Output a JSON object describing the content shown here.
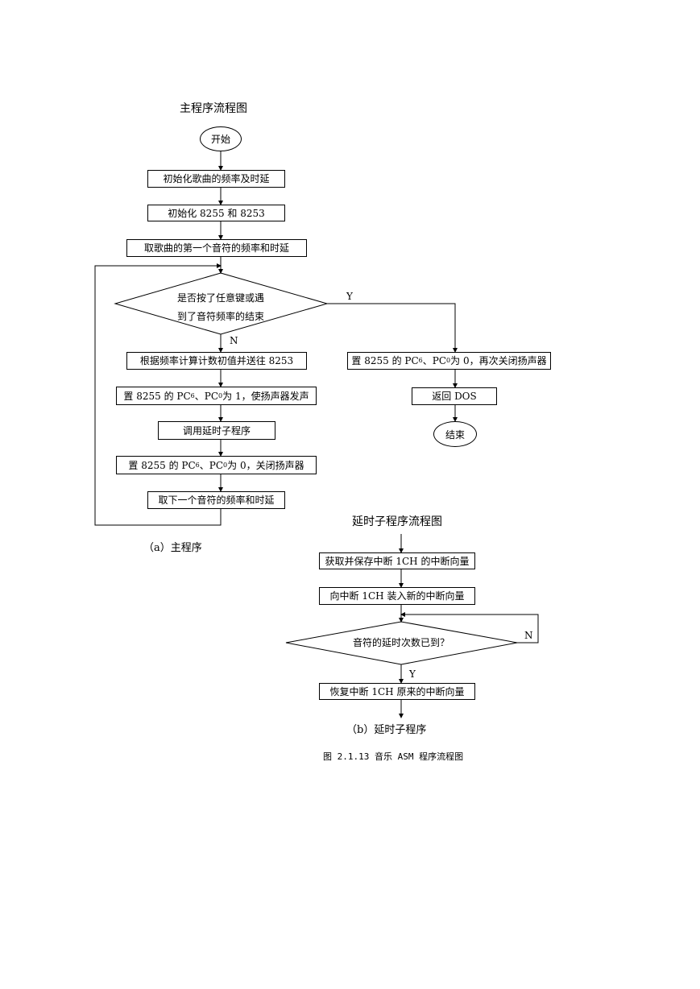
{
  "main": {
    "title": "主程序流程图",
    "start": "开始",
    "step1": "初始化歌曲的频率及时延",
    "step2": "初始化 8255 和 8253",
    "step3": "取歌曲的第一个音符的频率和时延",
    "decision_line1": "是否按了任意键或遇",
    "decision_line2": "到了音符频率的结束",
    "label_yes": "Y",
    "label_no": "N",
    "step4": "根据频率计算计数初值并送往 8253",
    "step5_prefix": "置 8255 的 PC",
    "step5_sub1": "6",
    "step5_mid": "、PC",
    "step5_sub2": "0",
    "step5_suffix": " 为 1，使扬声器发声",
    "step6": "调用延时子程序",
    "step7_prefix": "置 8255 的 PC",
    "step7_sub1": "6",
    "step7_mid": "、PC",
    "step7_sub2": "0",
    "step7_suffix": " 为 0，关闭扬声器",
    "step8": "取下一个音符的频率和时延",
    "yes_step1_prefix": "置 8255 的 PC",
    "yes_step1_sub1": "6",
    "yes_step1_mid": "、PC",
    "yes_step1_sub2": "0",
    "yes_step1_suffix": " 为 0，再次关闭扬声器",
    "yes_step2": "返回 DOS",
    "end": "结束",
    "caption": "（a）主程序"
  },
  "sub": {
    "title": "延时子程序流程图",
    "step1": "获取并保存中断 1CH 的中断向量",
    "step2": "向中断 1CH 装入新的中断向量",
    "decision": "音符的延时次数已到？",
    "label_no": "N",
    "label_yes": "Y",
    "step3": "恢复中断 1CH 原来的中断向量",
    "caption": "（b）延时子程序"
  },
  "figure_caption": "图 2.1.13 音乐 ASM 程序流程图"
}
